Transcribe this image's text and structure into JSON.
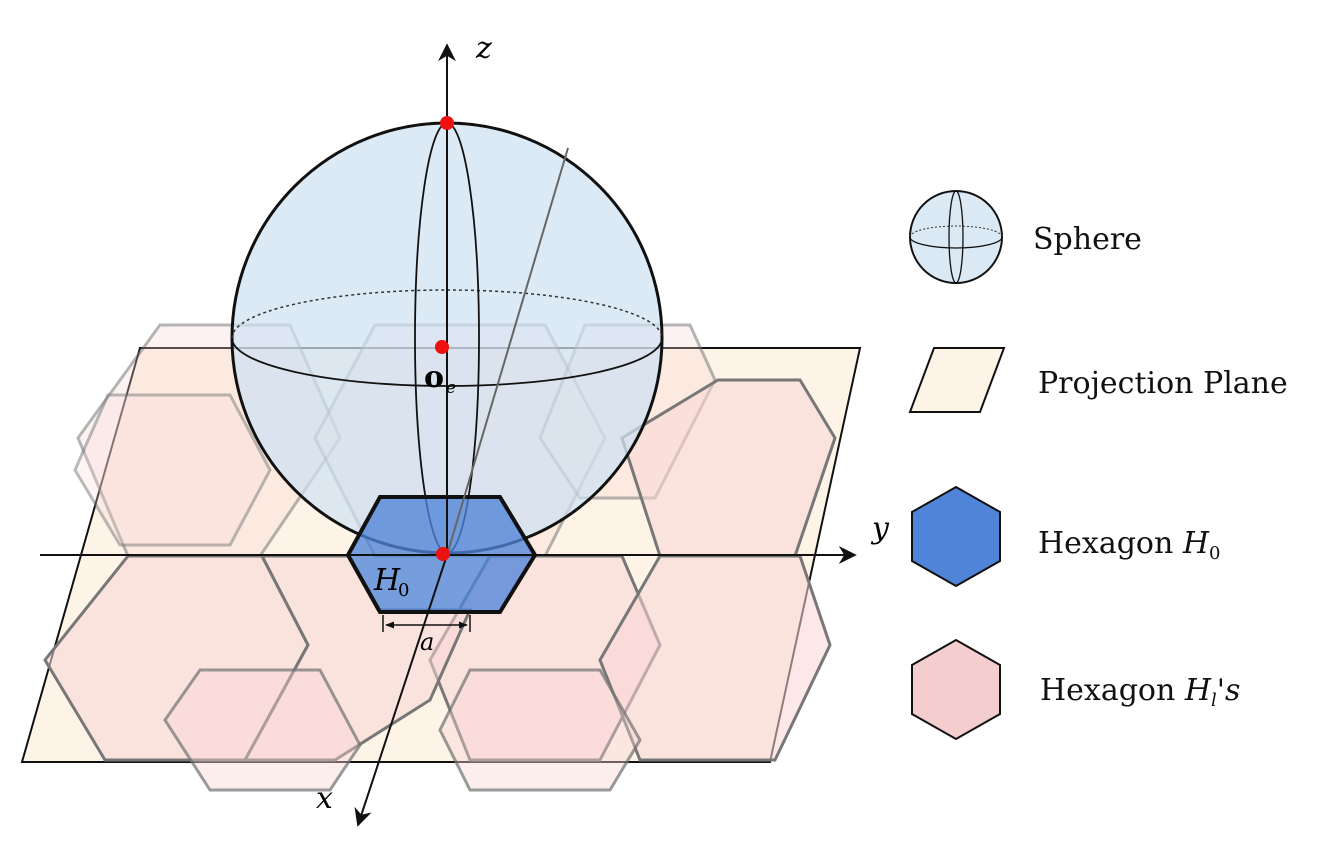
{
  "axes": {
    "x": "x",
    "y": "y",
    "z": "z"
  },
  "labels": {
    "center_main": "o",
    "center_sub": "e",
    "hex0_main": "H",
    "hex0_sub": "0",
    "edge_length": "a"
  },
  "legend": {
    "sphere": "Sphere",
    "plane": "Projection Plane",
    "hex0_prefix": "Hexagon ",
    "hex0_symbol": "H",
    "hex0_sub": "0",
    "hexl_prefix": "Hexagon ",
    "hexl_symbol": "H",
    "hexl_sub": "l",
    "hexl_suffix": "'s"
  },
  "colors": {
    "plane": "#fdf3e7",
    "hex_l": "#f9d6d6",
    "hex_0": "#4f84d9",
    "sphere": "#cfe2f3",
    "point": "#ee1111",
    "line": "#111111"
  }
}
